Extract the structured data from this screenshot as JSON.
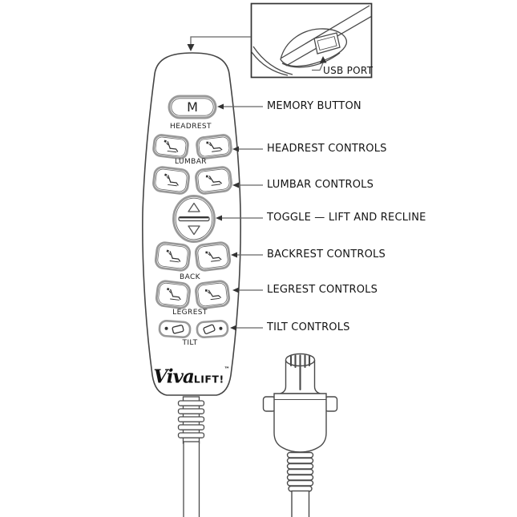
{
  "figure": {
    "title_hint": "Hand control diagram",
    "inset": {
      "usb_port_label": "USB PORT"
    },
    "remote": {
      "memory_button": "M",
      "headrest_label": "HEADREST",
      "lumbar_label": "LUMBAR",
      "back_label": "BACK",
      "legrest_label": "LEGREST",
      "tilt_label": "TILT",
      "logo": {
        "viva": "Viva",
        "lift": "LIFT!",
        "tm": "™"
      }
    },
    "callouts": [
      {
        "label": "MEMORY BUTTON"
      },
      {
        "label": "HEADREST CONTROLS"
      },
      {
        "label": "LUMBAR CONTROLS"
      },
      {
        "label": "TOGGLE — LIFT AND RECLINE"
      },
      {
        "label": "BACKREST CONTROLS"
      },
      {
        "label": "LEGREST CONTROLS"
      },
      {
        "label": "TILT CONTROLS"
      }
    ],
    "icons": [
      "recliner-icon",
      "tilt-seat-icon",
      "toggle-up-triangle-icon",
      "toggle-down-triangle-icon",
      "usb-port-drawing",
      "plug-connector-drawing",
      "arrow-icon"
    ],
    "colors": {
      "background": "#ffffff",
      "outline": "#444444",
      "button_ring": "#999999",
      "leader_line": "#666666",
      "arrow": "#333333",
      "text": "#141414"
    }
  }
}
